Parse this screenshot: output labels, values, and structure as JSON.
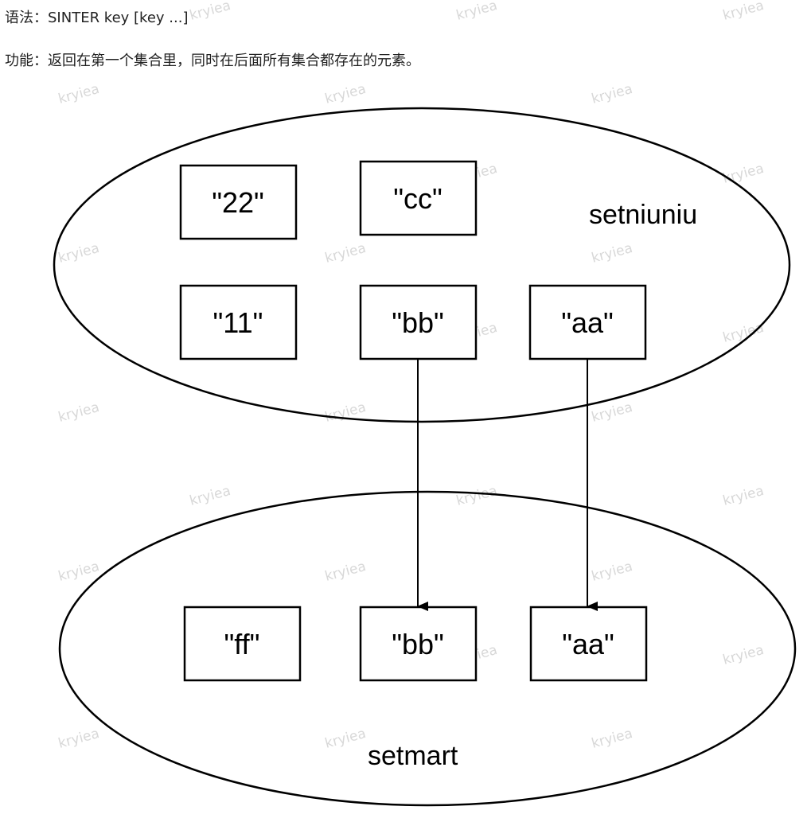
{
  "header": {
    "syntax_label": "语法：",
    "syntax_value": "SINTER key [key ...]",
    "function_label": "功能：",
    "function_value": "返回在第一个集合里，同时在后面所有集合都存在的元素。"
  },
  "diagram": {
    "set1": {
      "name": "setniuniu",
      "elements": [
        "\"22\"",
        "\"cc\"",
        "\"11\"",
        "\"bb\"",
        "\"aa\""
      ]
    },
    "set2": {
      "name": "setmart",
      "elements": [
        "\"ff\"",
        "\"bb\"",
        "\"aa\""
      ]
    },
    "watermark": "kryiea"
  }
}
